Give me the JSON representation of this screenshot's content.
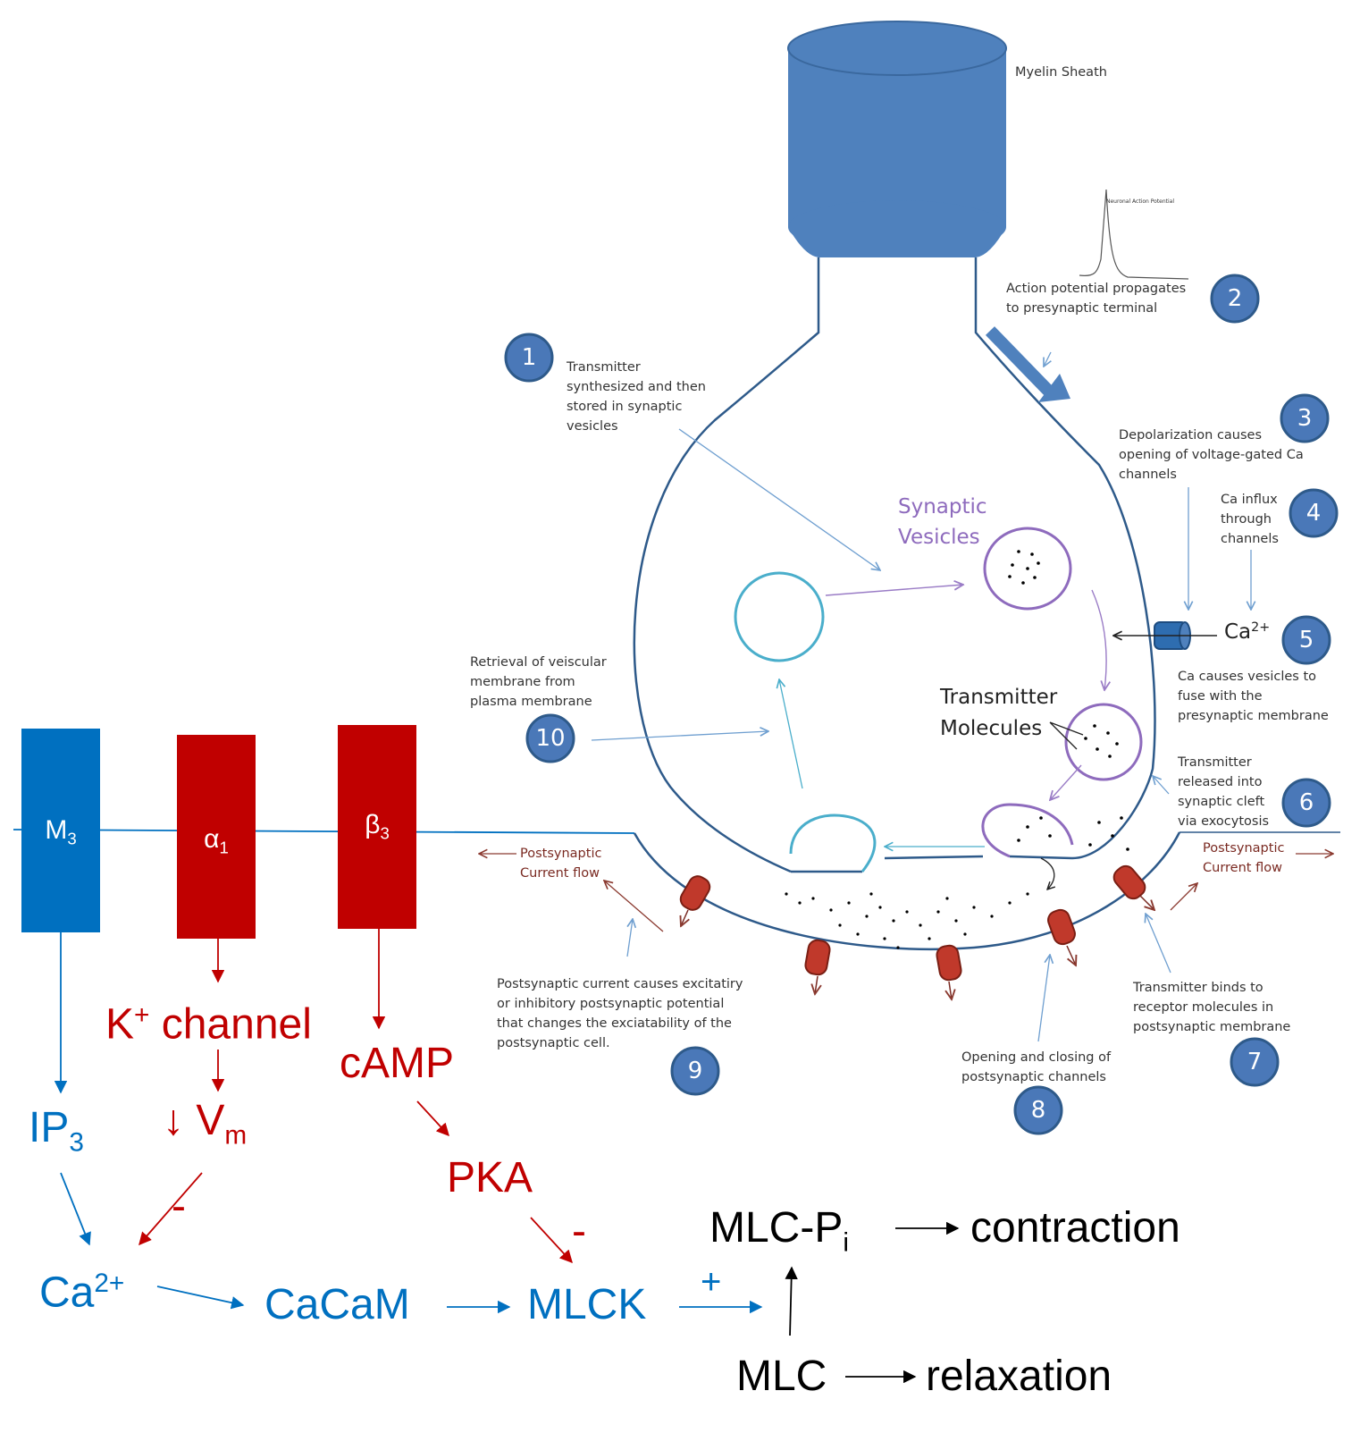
{
  "neuron": {
    "myelin_label": "Myelin Sheath",
    "ap_trace_label": "Neuronal Action Potential",
    "vesicles_label_line1": "Synaptic",
    "vesicles_label_line2": "Vesicles",
    "transmitter_label_line1": "Transmitter",
    "transmitter_label_line2": "Molecules",
    "ion_label": "Ca",
    "ion_charge": "2+",
    "postsynaptic_left_line1": "Postsynaptic",
    "postsynaptic_left_line2": "Current flow",
    "postsynaptic_right_line1": "Postsynaptic",
    "postsynaptic_right_line2": "Current flow",
    "steps": [
      {
        "number": "1",
        "lines": [
          "Transmitter",
          "synthesized and then",
          "stored in synaptic",
          "vesicles"
        ]
      },
      {
        "number": "2",
        "lines": [
          "Action potential propagates",
          "to presynaptic terminal"
        ]
      },
      {
        "number": "3",
        "lines": [
          "Depolarization causes",
          "opening of voltage-gated  Ca",
          "channels"
        ]
      },
      {
        "number": "4",
        "lines": [
          "Ca influx",
          "through",
          "channels"
        ]
      },
      {
        "number": "5",
        "lines": [
          "Ca causes vesicles to",
          "fuse with the",
          "presynaptic membrane"
        ]
      },
      {
        "number": "6",
        "lines": [
          "Transmitter",
          "released into",
          "synaptic cleft",
          "via exocytosis"
        ]
      },
      {
        "number": "7",
        "lines": [
          "Transmitter binds to",
          "receptor molecules in",
          "postsynaptic membrane"
        ]
      },
      {
        "number": "8",
        "lines": [
          "Opening and closing of",
          "postsynaptic channels"
        ]
      },
      {
        "number": "9",
        "lines": [
          "Postsynaptic current causes excitatiry",
          "or inhibitory postsynaptic potential",
          "that changes the  exciatability of the",
          "postsynaptic cell."
        ]
      },
      {
        "number": "10",
        "lines": [
          "Retrieval of veiscular",
          "membrane from",
          "plasma membrane"
        ]
      }
    ]
  },
  "pathway": {
    "receptors": [
      {
        "name": "M",
        "sub": "3",
        "color": "#0070c0"
      },
      {
        "name": "α",
        "sub": "1",
        "color": "#c00000"
      },
      {
        "name": "β",
        "sub": "3",
        "color": "#c00000"
      }
    ],
    "k_channel": {
      "base": "K",
      "sup": "+",
      "rest": " channel"
    },
    "vm": {
      "arrow": "↓ ",
      "base": "V",
      "sub": "m"
    },
    "camp": "cAMP",
    "pka": "PKA",
    "ip3": {
      "base": "IP",
      "sub": "3"
    },
    "ca": {
      "base": "Ca",
      "sup": "2+"
    },
    "cacam": "CaCaM",
    "mlck": "MLCK",
    "mlc_pi": {
      "base": "MLC-P",
      "sub": "i"
    },
    "mlc": "MLC",
    "contraction": "contraction",
    "relaxation": "relaxation",
    "minus_sign": "-",
    "plus_sign": "+",
    "colors": {
      "blue": "#0070c0",
      "red": "#c00000",
      "neuron": "#2e5a8a",
      "badge": "#4a78b8"
    }
  }
}
